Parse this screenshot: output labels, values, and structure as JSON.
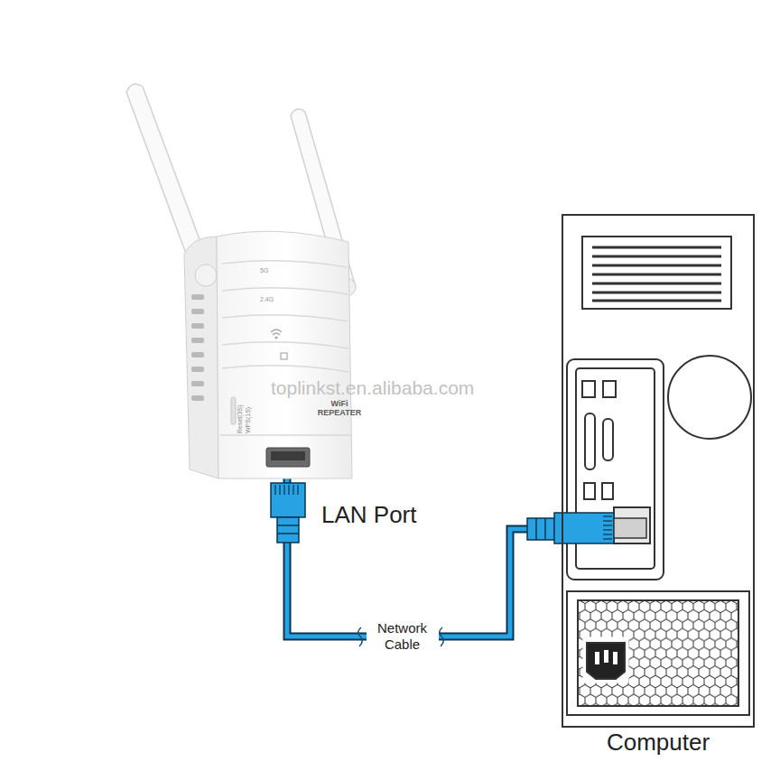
{
  "diagram": {
    "nodes": [
      {
        "text": [
          "WiFi REPEATER"
        ]
      },
      {
        "text": [
          "Computer"
        ]
      }
    ],
    "edges": [
      {
        "from": 0,
        "to": 1,
        "arrow": "none",
        "label": "Network Cable"
      }
    ],
    "labels": [
      "5G",
      "2.4G",
      "Reset(3S)",
      "WPS(1S)",
      "LAN Port",
      "toplinkst.en.alibaba.com"
    ]
  }
}
